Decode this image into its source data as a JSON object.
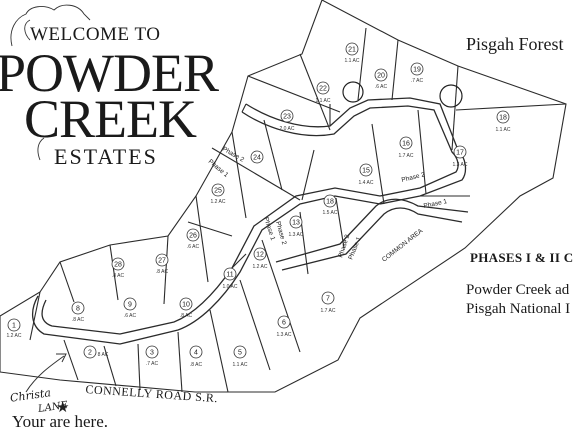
{
  "header": {
    "welcome": "WELCOME TO",
    "powder": "POWDER",
    "creek": "CREEK",
    "estates": "ESTATES"
  },
  "labels": {
    "forest": "Pisgah Forest",
    "phases": "PHASES I & II C",
    "desc_line1": "Powder Creek ad",
    "desc_line2": "Pisgah National I",
    "road": "CONNELLY ROAD S.R.",
    "christa": "Christa",
    "lane": "LANE",
    "you_are_here": "Your are here.",
    "common_area": "COMMON AREA",
    "phase1": "Phase 1",
    "phase2": "Phase 2"
  },
  "lots": [
    {
      "num": "1",
      "ac": "1.2 AC"
    },
    {
      "num": "2",
      "ac": "8 AC"
    },
    {
      "num": "3",
      "ac": ".7 AC"
    },
    {
      "num": "4",
      "ac": ".8 AC"
    },
    {
      "num": "5",
      "ac": "1.1 AC"
    },
    {
      "num": "6",
      "ac": "1.3 AC"
    },
    {
      "num": "7",
      "ac": "1.7 AC"
    },
    {
      "num": "8",
      "ac": ".8 AC"
    },
    {
      "num": "9",
      "ac": ".6 AC"
    },
    {
      "num": "10",
      "ac": ".8 AC"
    },
    {
      "num": "11",
      "ac": "1.0 AC"
    },
    {
      "num": "12",
      "ac": "1.2 AC"
    },
    {
      "num": "13",
      "ac": "1.3 AC"
    },
    {
      "num": "18",
      "ac": "1.5 AC"
    },
    {
      "num": "15",
      "ac": "1.4 AC"
    },
    {
      "num": "16",
      "ac": "1.7 AC"
    },
    {
      "num": "17",
      "ac": "1.3 AC"
    },
    {
      "num": "18",
      "ac": "1.1 AC"
    },
    {
      "num": "19",
      "ac": ".7 AC"
    },
    {
      "num": "20",
      "ac": ".6 AC"
    },
    {
      "num": "21",
      "ac": "1.1 AC"
    },
    {
      "num": "22",
      "ac": "1.1 AC"
    },
    {
      "num": "23",
      "ac": "2.0 AC"
    },
    {
      "num": "24",
      "ac": ""
    },
    {
      "num": "25",
      "ac": "1.2 AC"
    },
    {
      "num": "26",
      "ac": ".6 AC"
    },
    {
      "num": "27",
      "ac": ".8 AC"
    },
    {
      "num": "28",
      "ac": ".8 AC"
    }
  ]
}
